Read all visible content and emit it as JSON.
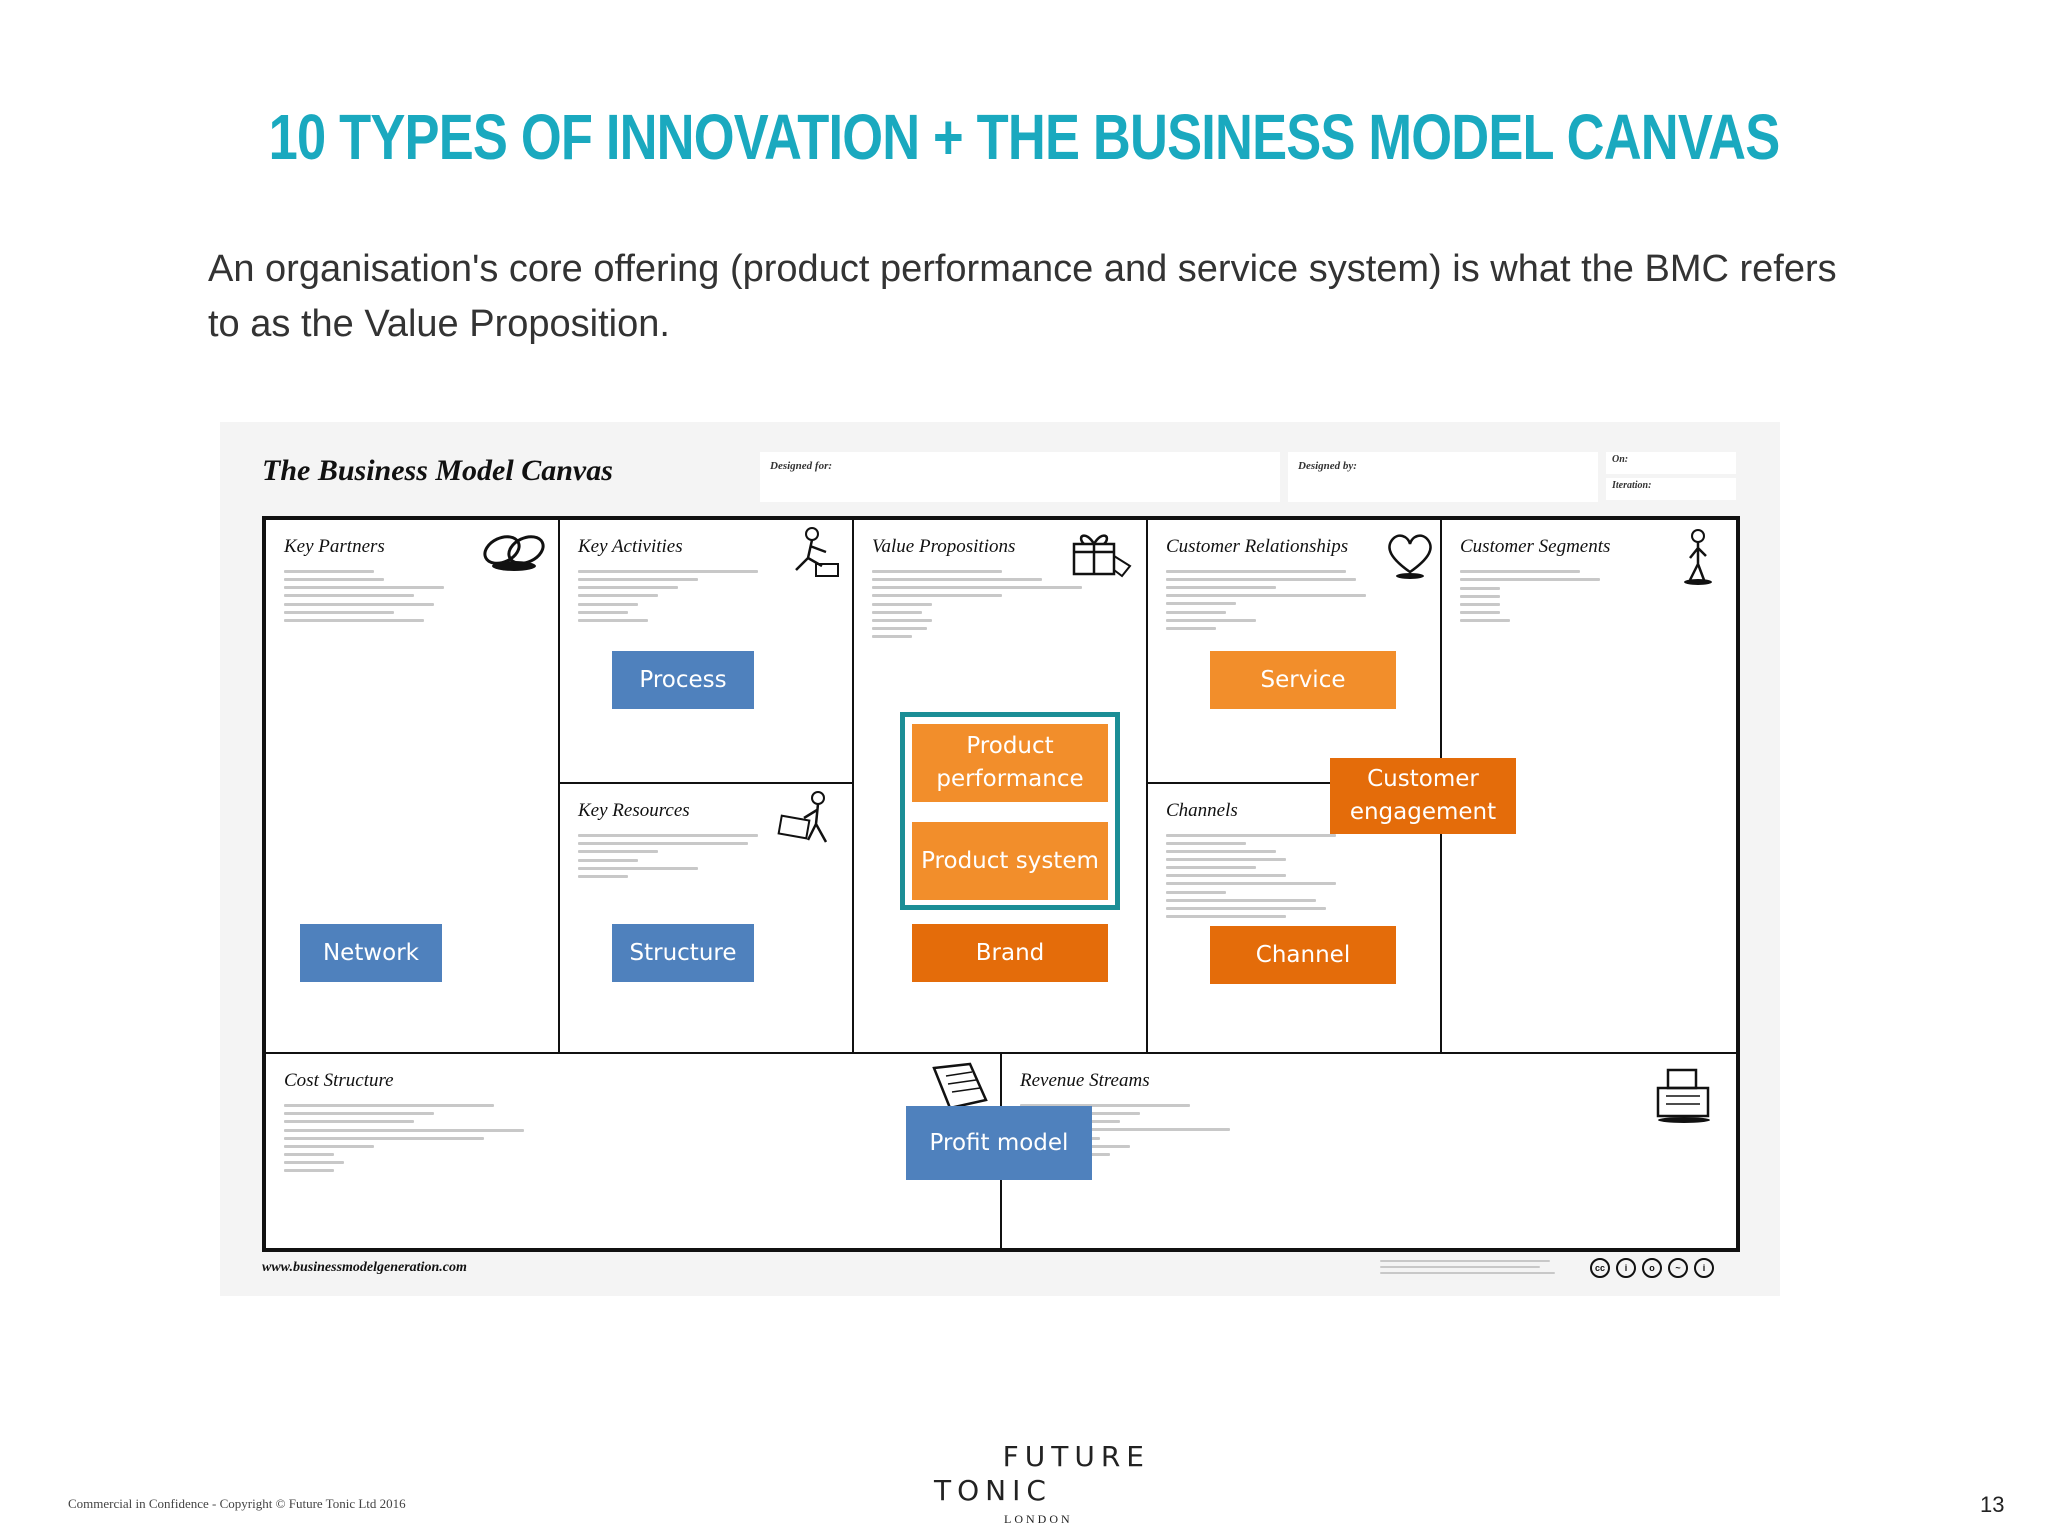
{
  "slide": {
    "title": "10 TYPES OF INNOVATION + THE BUSINESS MODEL CANVAS",
    "subtitle": "An organisation's core offering (product performance and service system) is what the BMC refers to as the Value Proposition."
  },
  "canvas": {
    "title": "The Business Model Canvas",
    "designed_for": "Designed for:",
    "designed_by": "Designed by:",
    "on": "On:",
    "iteration": "Iteration:",
    "sections": {
      "key_partners": "Key Partners",
      "key_activities": "Key Activities",
      "key_resources": "Key Resources",
      "value_propositions": "Value Propositions",
      "customer_relationships": "Customer Relationships",
      "channels": "Channels",
      "customer_segments": "Customer Segments",
      "cost_structure": "Cost Structure",
      "revenue_streams": "Revenue Streams"
    },
    "tags": {
      "process": "Process",
      "network": "Network",
      "structure": "Structure",
      "product_performance": "Product performance",
      "product_system": "Product system",
      "brand": "Brand",
      "service": "Service",
      "customer_engagement": "Customer engagement",
      "channel": "Channel",
      "profit_model": "Profit model"
    },
    "footer_url": "www.businessmodelgeneration.com",
    "colors": {
      "blue": "#4f81bd",
      "orange": "#f28e2b",
      "dark_orange": "#e46c0a",
      "teal_frame": "#1b8e96"
    }
  },
  "footer": {
    "copyright": "Commercial in Confidence - Copyright © Future Tonic Ltd 2016",
    "logo_line1": "FUTURE",
    "logo_line2": "TONIC",
    "logo_line3": "LONDON",
    "page_number": "13"
  }
}
